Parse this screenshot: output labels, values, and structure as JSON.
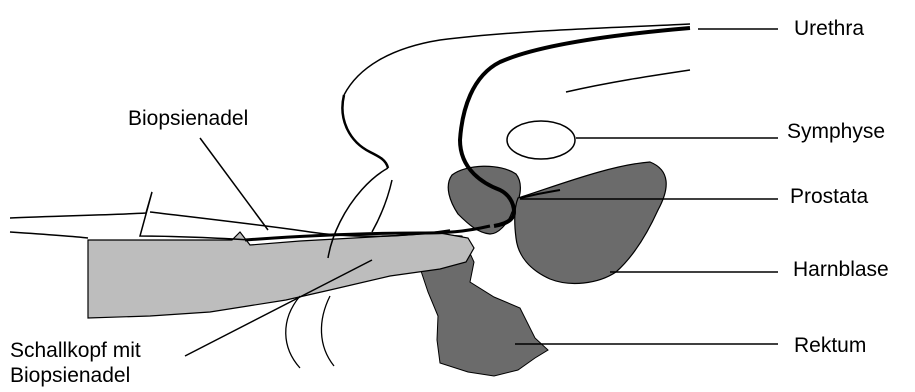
{
  "labels": {
    "urethra": "Urethra",
    "symphyse": "Symphyse",
    "prostata": "Prostata",
    "harnblase": "Harnblase",
    "rektum": "Rektum",
    "biopsienadel": "Biopsienadel",
    "schallkopf_line1": "Schallkopf mit",
    "schallkopf_line2": "Biopsienadel"
  },
  "colors": {
    "organ_dark": "#6b6b6b",
    "probe_light": "#bdbdbd",
    "outline": "#000000",
    "background": "#ffffff"
  }
}
